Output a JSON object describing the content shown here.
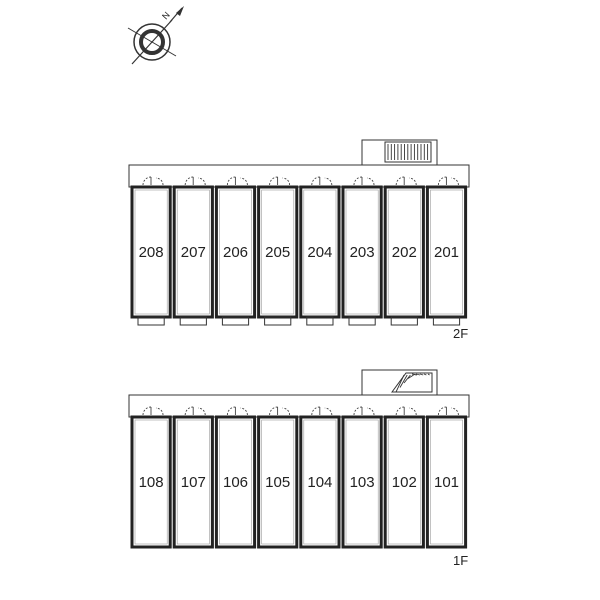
{
  "compass": {
    "label": "N"
  },
  "colors": {
    "wall": "#222222",
    "line": "#333333",
    "door": "#444444"
  },
  "floors": [
    {
      "label": "2F",
      "rooms": [
        "208",
        "207",
        "206",
        "205",
        "204",
        "203",
        "202",
        "201"
      ]
    },
    {
      "label": "1F",
      "rooms": [
        "108",
        "107",
        "106",
        "105",
        "104",
        "103",
        "102",
        "101"
      ]
    }
  ]
}
